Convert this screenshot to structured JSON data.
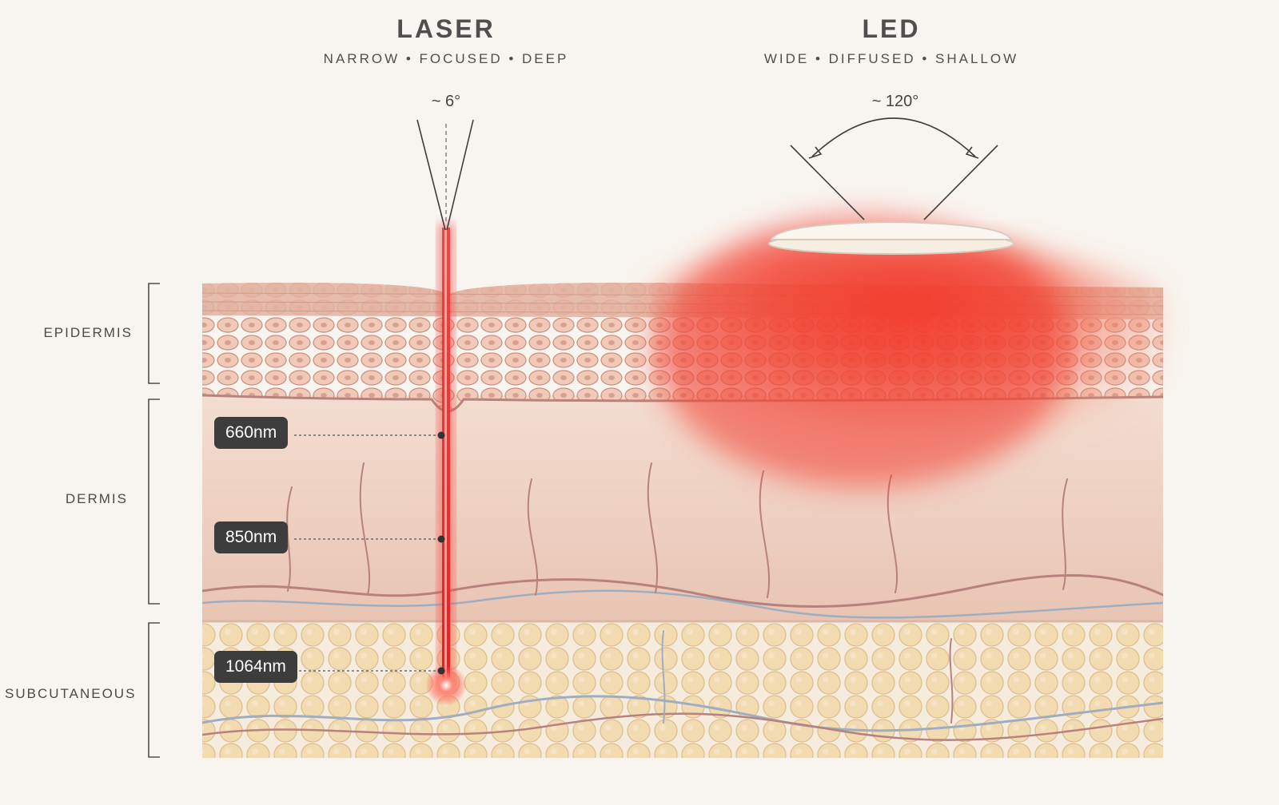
{
  "laser": {
    "title": "LASER",
    "subtitle": "NARROW • FOCUSED • DEEP",
    "angle": "~ 6°"
  },
  "led": {
    "title": "LED",
    "subtitle": "WIDE • DIFFUSED • SHALLOW",
    "angle": "~ 120°"
  },
  "layers": {
    "epidermis": "EPIDERMIS",
    "dermis": "DERMIS",
    "subcutaneous": "SUBCUTANEOUS"
  },
  "wavelengths": {
    "w660": "660nm",
    "w850": "850nm",
    "w1064": "1064nm"
  },
  "colors": {
    "background": "#f8f5f0",
    "laser_red": "#e8242a",
    "led_glow": "#f24a3a",
    "epidermis": "#e7b9a6",
    "dermis": "#efd2c3",
    "subcutaneous": "#eed3a6",
    "badge": "#3d3d3d"
  },
  "icons": [
    "angle-arc-arrow-icon",
    "led-lamp-icon",
    "laser-beam-icon"
  ]
}
